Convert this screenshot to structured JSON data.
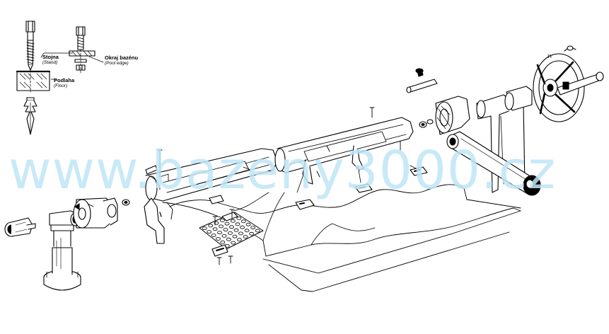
{
  "labels": {
    "stand": {
      "cz": "Stojna",
      "en": "(Stand)"
    },
    "pool_edge": {
      "cz": "Okraj bazénu",
      "en": "(Pool edge)"
    },
    "floor": {
      "cz": "Podlaha",
      "en": "(Floor)"
    }
  },
  "watermark": "www.bazeny3000.cz",
  "wheel_mark": "IV",
  "colors": {
    "line": "#000000",
    "watermark": "#bfe6f6",
    "background": "#ffffff"
  }
}
